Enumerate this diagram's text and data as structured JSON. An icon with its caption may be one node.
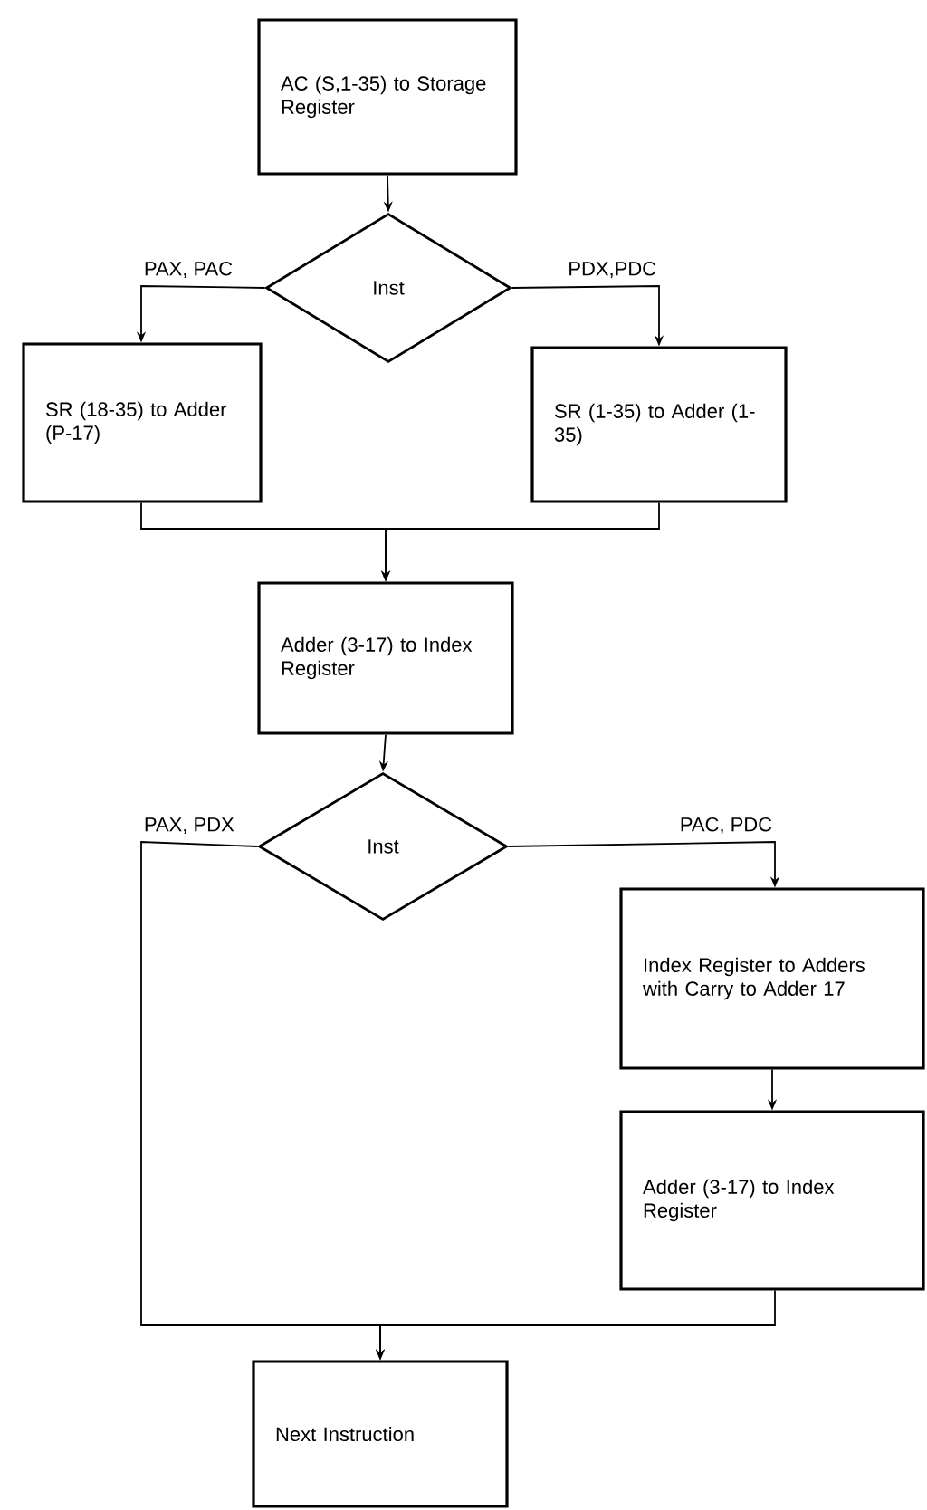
{
  "diagram": {
    "nodes": [
      {
        "text": [
          "AC (S,1-35) to Storage Register"
        ]
      },
      {
        "text": [
          "Inst"
        ]
      },
      {
        "text": [
          "SR (18-35) to Adder (P-17)"
        ]
      },
      {
        "text": [
          "SR (1-35) to Adder (1-35)"
        ]
      },
      {
        "text": [
          "Adder (3-17) to Index Register"
        ]
      },
      {
        "text": [
          "Inst"
        ]
      },
      {
        "text": [
          "Index Register to Adders with Carry to Adder 17"
        ]
      },
      {
        "text": [
          "Adder (3-17) to Index Register"
        ]
      },
      {
        "text": [
          "Next Instruction"
        ]
      }
    ],
    "edges": [
      {
        "from": 0,
        "to": 1,
        "arrow": "to"
      },
      {
        "from": 1,
        "to": 2,
        "arrow": "to",
        "label": "PAX, PAC"
      },
      {
        "from": 1,
        "to": 3,
        "arrow": "to",
        "label": "PDX,PDC"
      },
      {
        "from": 2,
        "to": 4,
        "arrow": "to"
      },
      {
        "from": 3,
        "to": 4,
        "arrow": "to"
      },
      {
        "from": 4,
        "to": 5,
        "arrow": "to"
      },
      {
        "from": 5,
        "to": 8,
        "arrow": "to",
        "label": "PAX, PDX"
      },
      {
        "from": 5,
        "to": 6,
        "arrow": "to",
        "label": "PAC, PDC"
      },
      {
        "from": 6,
        "to": 7,
        "arrow": "to"
      },
      {
        "from": 7,
        "to": 8,
        "arrow": "to"
      }
    ]
  }
}
